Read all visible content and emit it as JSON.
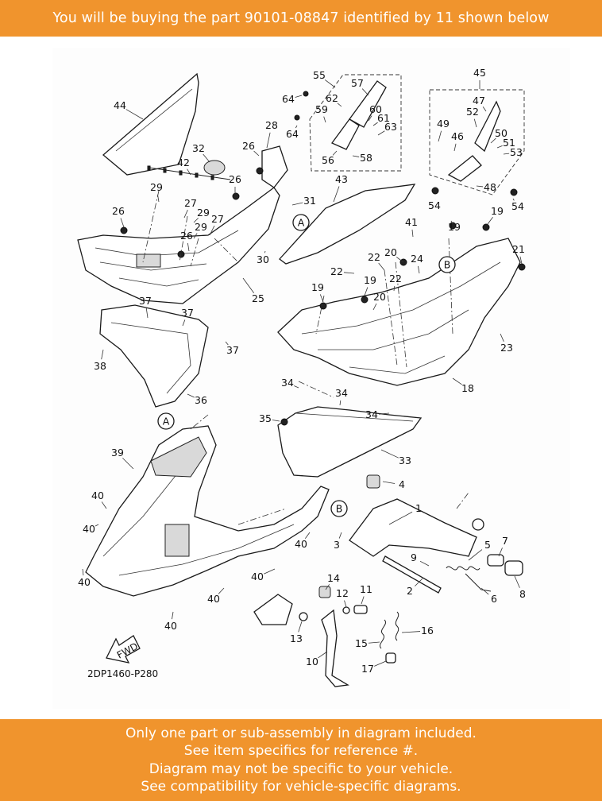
{
  "header": {
    "text": "You will be buying the part 90101-08847 identified by 11 shown below"
  },
  "footer": {
    "lines": [
      "Only one part or sub-assembly in diagram included.",
      "See item specifics for reference #.",
      "Diagram may not be specific to your vehicle.",
      "See compatibility for vehicle-specific diagrams."
    ]
  },
  "diagram": {
    "code": "2DP1460-P280",
    "fwd_label": "FWD",
    "callout_a": "A",
    "callout_b": "B",
    "labels": [
      "1",
      "2",
      "3",
      "4",
      "5",
      "6",
      "7",
      "8",
      "9",
      "10",
      "11",
      "12",
      "13",
      "14",
      "15",
      "16",
      "17",
      "18",
      "19",
      "20",
      "21",
      "22",
      "23",
      "24",
      "25",
      "26",
      "27",
      "28",
      "29",
      "30",
      "31",
      "32",
      "33",
      "34",
      "35",
      "36",
      "37",
      "38",
      "39",
      "40",
      "41",
      "42",
      "43",
      "44",
      "45",
      "46",
      "47",
      "48",
      "49",
      "50",
      "51",
      "52",
      "53",
      "54",
      "55",
      "56",
      "57",
      "58",
      "59",
      "60",
      "61",
      "62",
      "63",
      "64"
    ]
  },
  "colors": {
    "accent": "#f0942d",
    "banner_text": "#ffffff"
  }
}
